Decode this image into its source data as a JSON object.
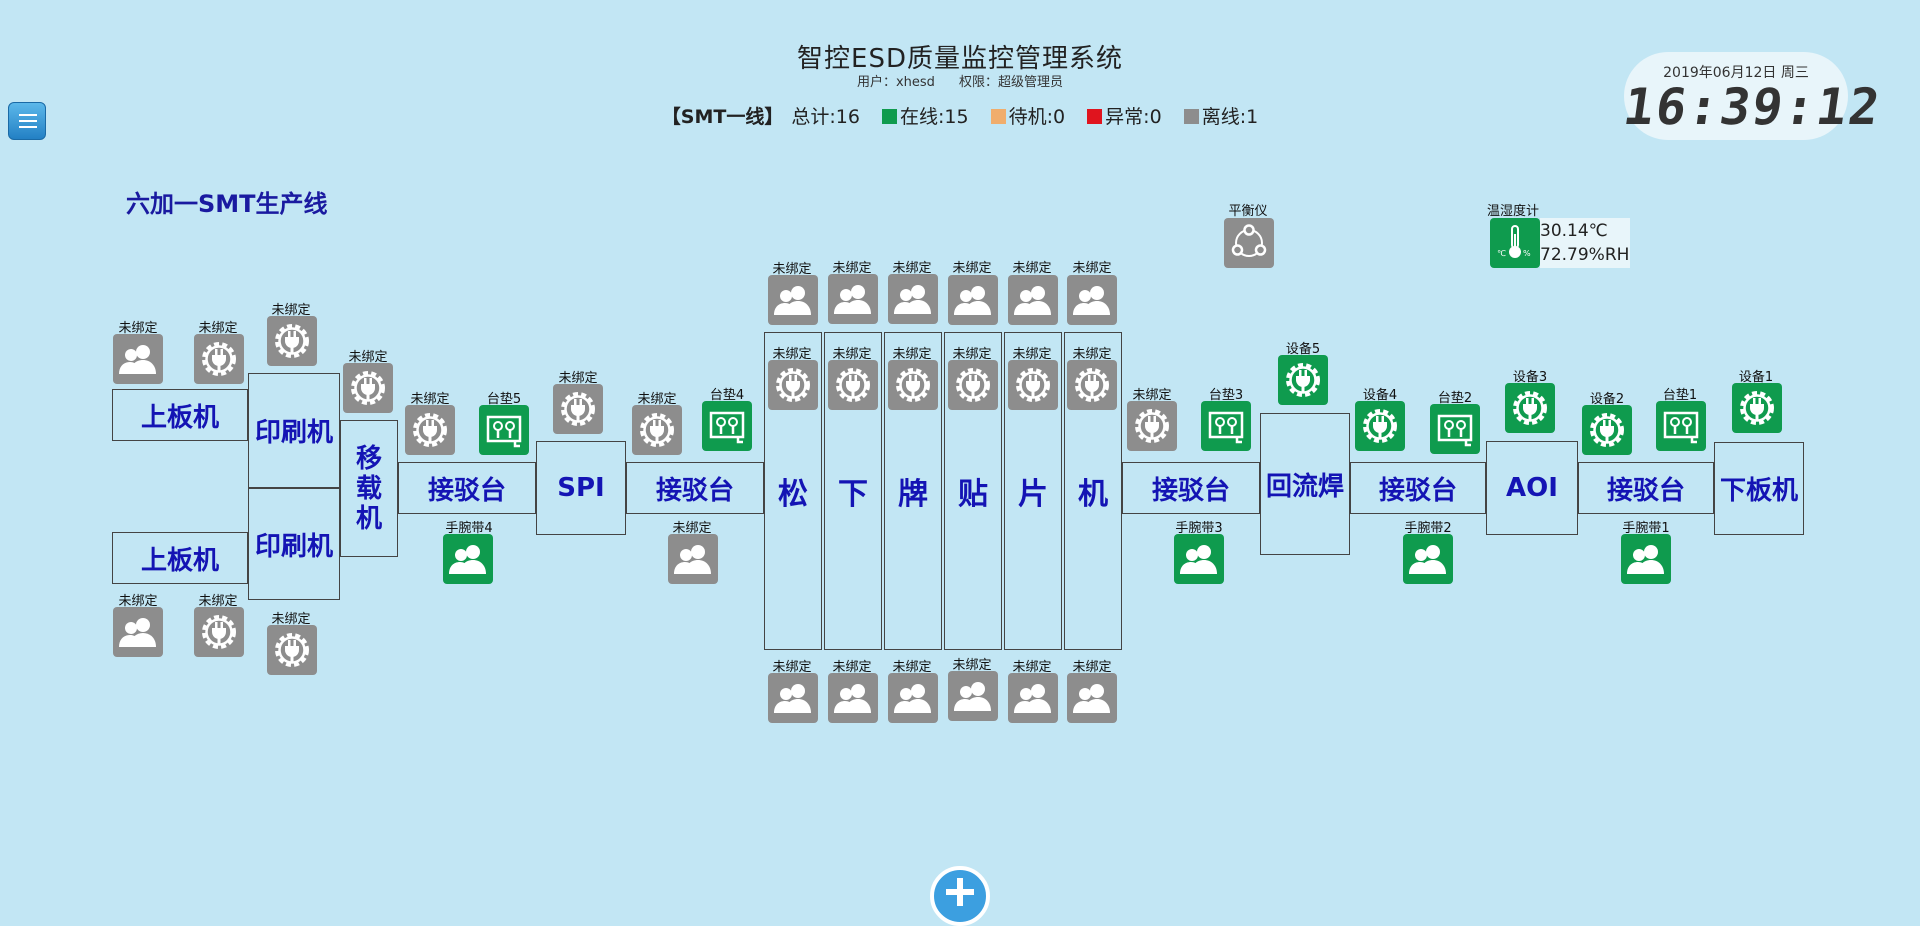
{
  "header": {
    "title": "智控ESD质量监控管理系统",
    "user": "用户：xhesd",
    "role": "权限：超级管理员"
  },
  "status": {
    "line": "【SMT一线】",
    "total": "总计:16",
    "online": "在线:15",
    "standby": "待机:0",
    "abnormal": "异常:0",
    "offline": "离线:1",
    "colors": {
      "online": "#0f9b4e",
      "standby": "#f0ad6c",
      "abnormal": "#e0141e",
      "offline": "#8d8d8d"
    }
  },
  "clock": {
    "date": "2019年06月12日 周三",
    "time": "16:39:12"
  },
  "line_name": "六加一SMT生产线",
  "machines": {
    "loader1": "上板机",
    "loader2": "上板机",
    "printer1": "印刷机",
    "printer2": "印刷机",
    "transfer": "移\n载\n机",
    "dock1": "接驳台",
    "spi": "SPI",
    "dock2": "接驳台",
    "chip1": "松",
    "chip2": "下",
    "chip3": "牌",
    "chip4": "贴",
    "chip5": "片",
    "chip6": "机",
    "dock3": "接驳台",
    "reflow": "回流焊",
    "dock4": "接驳台",
    "aoi": "AOI",
    "dock5": "接驳台",
    "unloader": "下板机"
  },
  "labels": {
    "unbound": "未绑定",
    "pad5": "台垫5",
    "pad4": "台垫4",
    "pad3": "台垫3",
    "pad2": "台垫2",
    "pad1": "台垫1",
    "wrist4": "手腕带4",
    "wrist3": "手腕带3",
    "wrist2": "手腕带2",
    "wrist1": "手腕带1",
    "equip5": "设备5",
    "equip4": "设备4",
    "equip3": "设备3",
    "equip2": "设备2",
    "equip1": "设备1",
    "balancer": "平衡仪",
    "hygrometer": "温湿度计"
  },
  "hygrometer": {
    "temperature": "30.14℃",
    "humidity": "72.79%RH"
  },
  "icons": {
    "person": "people-icon",
    "equipment": "plug-gear-icon",
    "mat": "mat-icon",
    "balancer": "share-nodes-icon",
    "thermo": "thermometer-icon",
    "menu": "menu-icon",
    "add": "plus-icon"
  }
}
